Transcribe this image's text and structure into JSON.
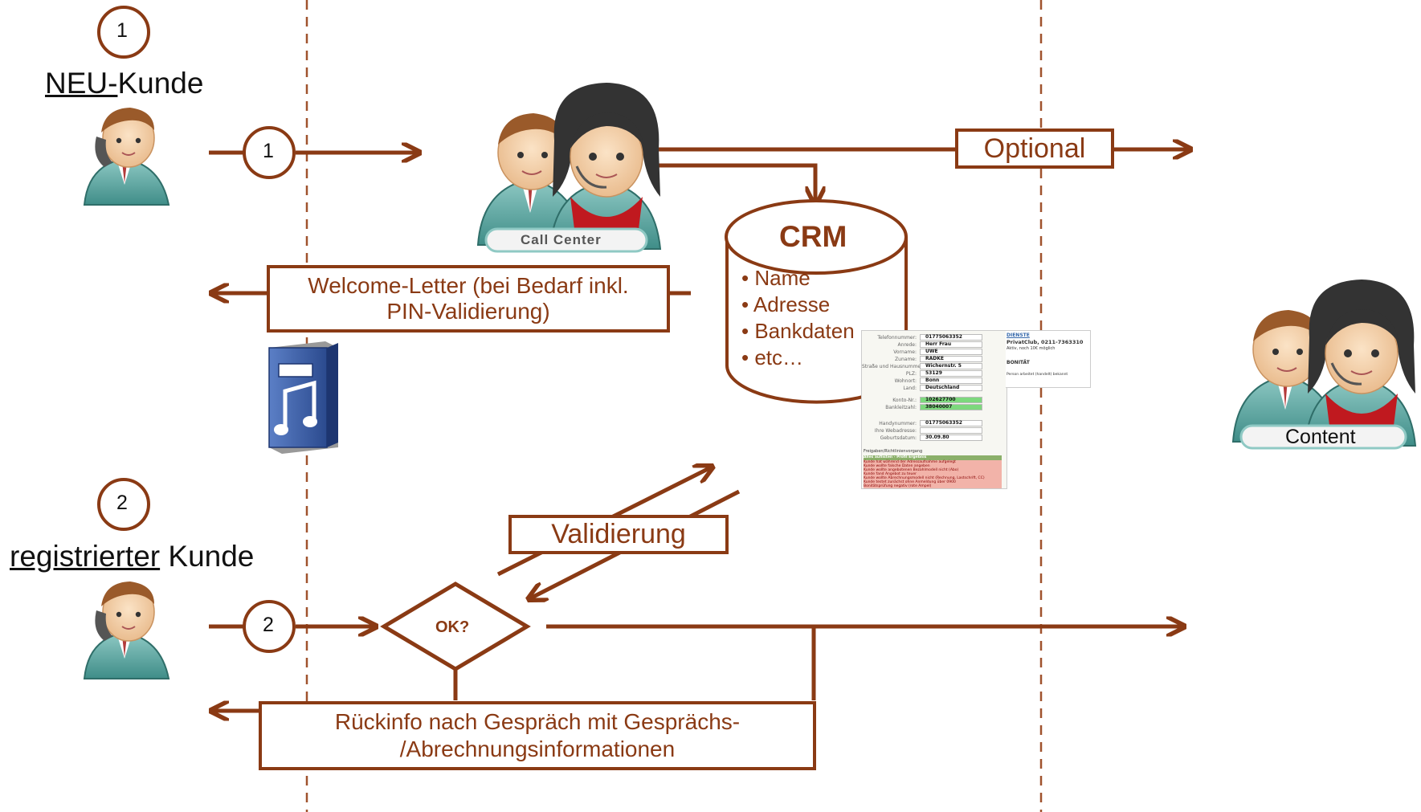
{
  "lanes": {
    "left_label_1_num": "1",
    "left_label_1": "Kunde",
    "left_label_1_underlined": "NEU-",
    "left_label_2_num": "2",
    "left_label_2_underlined": "registrierter",
    "left_label_2": " Kunde"
  },
  "flow_1": {
    "num": "1"
  },
  "flow_2": {
    "num": "2"
  },
  "call_center": {
    "tag": "Call Center"
  },
  "optional": {
    "label": "Optional"
  },
  "crm": {
    "title": "CRM",
    "items": [
      "• Name",
      "• Adresse",
      "• Bankdaten",
      "• etc…"
    ]
  },
  "welcome_letter": {
    "line1": "Welcome-Letter (bei Bedarf inkl.",
    "line2": "PIN-Validierung)"
  },
  "validierung": {
    "label": "Validierung"
  },
  "decision": {
    "label": "OK?"
  },
  "rueckinfo": {
    "line1": "Rückinfo nach Gespräch mit Gesprächs-",
    "line2": "/Abrechnungsinformationen"
  },
  "content": {
    "tag": "Content"
  },
  "screenshot": {
    "rows": [
      {
        "label": "Telefonnummer:",
        "value": "01775063352"
      },
      {
        "label": "Anrede:",
        "value": "Herr  Frau"
      },
      {
        "label": "Vorname:",
        "value": "UWE"
      },
      {
        "label": "Zuname:",
        "value": "RADKE"
      },
      {
        "label": "Straße und Hausnummer:",
        "value": "Wichernstr. 5"
      },
      {
        "label": "PLZ:",
        "value": "53129"
      },
      {
        "label": "Wohnort:",
        "value": "Bonn"
      },
      {
        "label": "Land:",
        "value": "Deutschland"
      },
      {
        "label": "Konto-Nr.:",
        "value": "102627700"
      },
      {
        "label": "Bankleitzahl:",
        "value": "38040007"
      },
      {
        "label": "Handynummer:",
        "value": "01775063352"
      },
      {
        "label": "Ihre Webadresse:",
        "value": ""
      },
      {
        "label": "Geburtsdatum:",
        "value": "30.09.80"
      }
    ],
    "right_title": "DIENSTE",
    "right_line1": "PrivatClub, 0211-7363310",
    "right_line2": "Aktiv, noch 10€ möglich",
    "right_section": "BONITÄT",
    "right_note": "Person arbeitet (handelt) bekannt",
    "section_label": "Freigaben/Richtlinienvorgang",
    "red_header": "Alles auflisten - Profil Ergebnis",
    "red_lines": [
      "Kunde hat während der Adressaufnahme aufgelegt",
      "Kunde wollte falsche Daten angeben",
      "Kunde wollte angebotenen Bezahlmodell nicht (Abo)",
      "Kunde fand Angebot zu teuer",
      "Kunde wollte Abrechnungsmodell nicht (Rechnung, Lastschrift, CC)",
      "Kunde testet zunächst ohne Anmeldung über 0900",
      "Bonitätsprüfung negativ (rote Ampel)"
    ]
  },
  "colors": {
    "accent": "#8a3a14",
    "divider": "#a0522d"
  }
}
